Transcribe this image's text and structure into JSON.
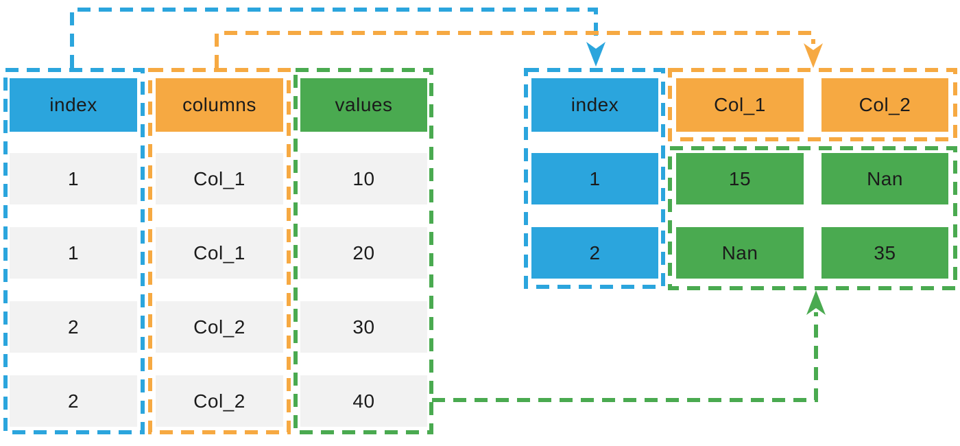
{
  "palette": {
    "blue": "#2BA5DD",
    "orange": "#F6A942",
    "green": "#4AAA50",
    "row_background": "#F2F2F2",
    "text": "#1B1B1B"
  },
  "left_table": {
    "headers": {
      "index": "index",
      "columns": "columns",
      "values": "values"
    },
    "rows": [
      {
        "index": "1",
        "columns": "Col_1",
        "values": "10"
      },
      {
        "index": "1",
        "columns": "Col_1",
        "values": "20"
      },
      {
        "index": "2",
        "columns": "Col_2",
        "values": "30"
      },
      {
        "index": "2",
        "columns": "Col_2",
        "values": "40"
      }
    ]
  },
  "right_table": {
    "index_header": "index",
    "col1_header": "Col_1",
    "col2_header": "Col_2",
    "rows": [
      {
        "index": "1",
        "col1": "15",
        "col2": "Nan"
      },
      {
        "index": "2",
        "col1": "Nan",
        "col2": "35"
      }
    ]
  }
}
